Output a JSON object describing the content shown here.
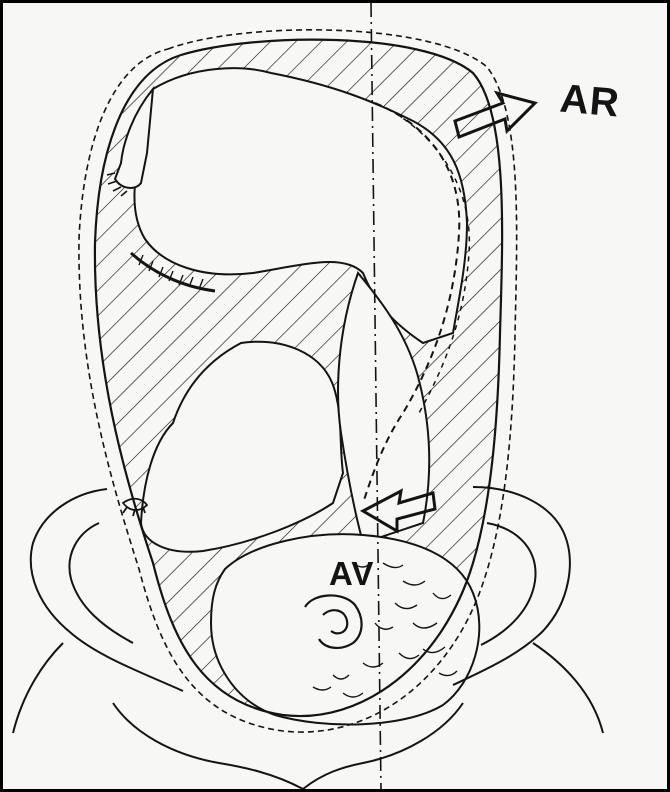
{
  "labels": {
    "ar": "AR",
    "av": "AV"
  },
  "colors": {
    "ink": "#141414",
    "paper": "#f7f7f5",
    "frame": "#000000"
  },
  "icons": {
    "ar_arrow": "hollow-arrow-right",
    "av_arrow": "hollow-arrow-left"
  }
}
